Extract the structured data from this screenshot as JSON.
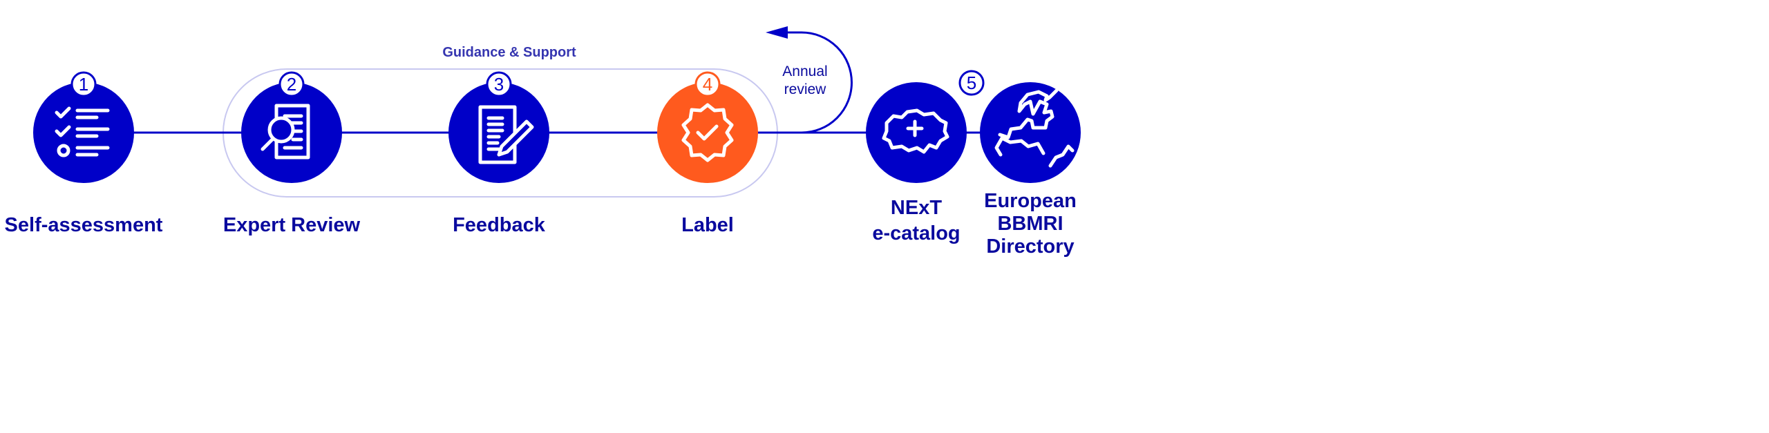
{
  "colors": {
    "primary": "#0000C8",
    "accent": "#FF5A1E",
    "support_border": "#C8C8F0"
  },
  "support": {
    "label": "Guidance & Support"
  },
  "annual_review": {
    "line1": "Annual",
    "line2": "review"
  },
  "steps": [
    {
      "number": "1",
      "label": "Self-assessment",
      "icon": "checklist-icon"
    },
    {
      "number": "2",
      "label": "Expert Review",
      "icon": "document-magnifier-icon"
    },
    {
      "number": "3",
      "label": "Feedback",
      "icon": "document-pencil-icon"
    },
    {
      "number": "4",
      "label": "Label",
      "icon": "badge-check-icon"
    }
  ],
  "step5": {
    "number": "5",
    "next": {
      "line1": "NExT",
      "line2": "e-catalog",
      "icon": "switzerland-map-icon"
    },
    "bbmri": {
      "line1": "European",
      "line2": "BBMRI",
      "line3": "Directory",
      "icon": "europe-map-icon"
    }
  }
}
